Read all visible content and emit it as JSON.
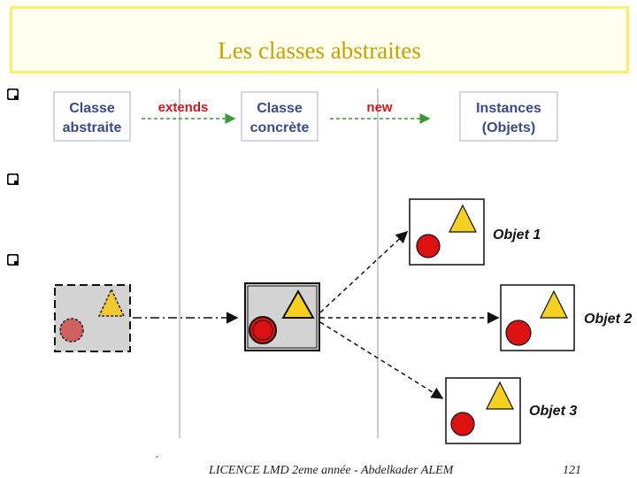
{
  "title": "Les classes abstraites",
  "header": {
    "box_abstract": [
      "Classe",
      "abstraite"
    ],
    "arrow_extends": "extends",
    "box_concrete": [
      "Classe",
      "concrète"
    ],
    "arrow_new": "new",
    "box_instances": [
      "Instances",
      "(Objets)"
    ]
  },
  "objects": [
    {
      "label": "Objet 1"
    },
    {
      "label": "Objet 2"
    },
    {
      "label": "Objet 3"
    }
  ],
  "footer": {
    "mark": "´",
    "text": "LICENCE LMD 2eme année  -  Abdelkader ALEM",
    "page": "121"
  },
  "colors": {
    "title": "#c8a000",
    "title_border": "#f6f36a",
    "box_text": "#3a4a8a",
    "arrow_label": "#cc1a1a",
    "arrow_dash": "#3a9a3a",
    "bullet": "#0a0a0a",
    "circle": "#dd1111",
    "triangle": "#f5d020"
  }
}
